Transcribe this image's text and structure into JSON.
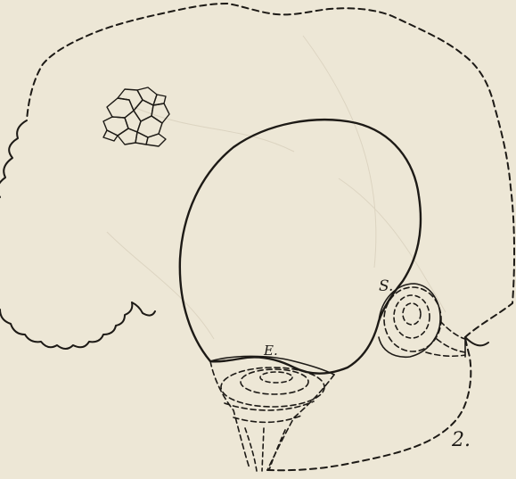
{
  "figure": {
    "number": "2.",
    "labels": {
      "s": "S.",
      "e": "E."
    },
    "colors": {
      "paper": "#ede7d6",
      "ink": "#1d1a16",
      "faint": "#d9d1bd"
    }
  }
}
